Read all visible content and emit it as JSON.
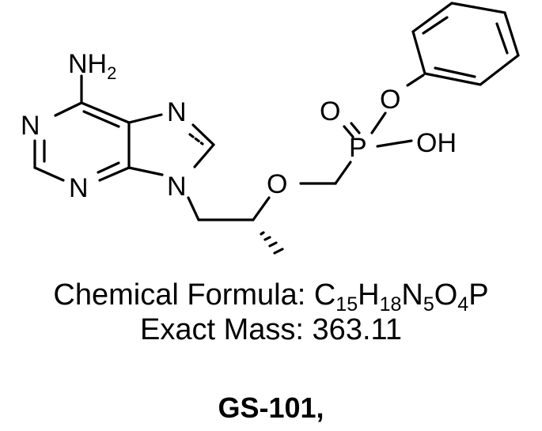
{
  "structure": {
    "atoms": {
      "amine": "NH",
      "amine_sub": "2",
      "n1": "N",
      "n3": "N",
      "n7": "N",
      "n9": "N",
      "ether_o": "O",
      "phosphorus": "P",
      "oxo_o": "O",
      "ester_o": "O",
      "hydroxyl": "OH"
    },
    "stereo": "hashed-wedge methyl"
  },
  "caption": {
    "formula_label": "Chemical Formula: ",
    "formula_parts": {
      "c": "C",
      "c_n": "15",
      "h": "H",
      "h_n": "18",
      "n": "N",
      "n_n": "5",
      "o": "O",
      "o_n": "4",
      "p": "P"
    },
    "mass_label": "Exact Mass: ",
    "mass_value": "363.11",
    "compound_name": "GS-101,"
  }
}
